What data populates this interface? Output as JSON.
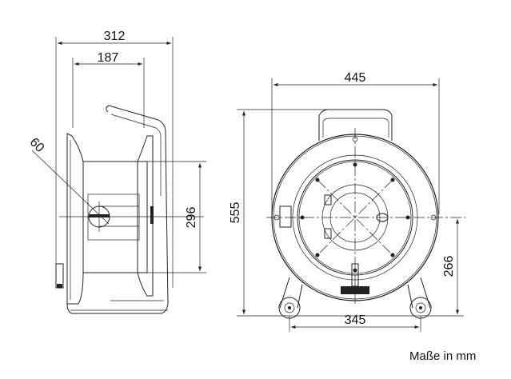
{
  "dimensions": {
    "side_total_depth": "312",
    "side_drum_width": "187",
    "side_hub_diameter": "60",
    "side_drum_height": "296",
    "front_total_height": "555",
    "front_total_width": "445",
    "front_wheel_spacing": "345",
    "front_axis_height": "266"
  },
  "units_note": "Maße in mm"
}
